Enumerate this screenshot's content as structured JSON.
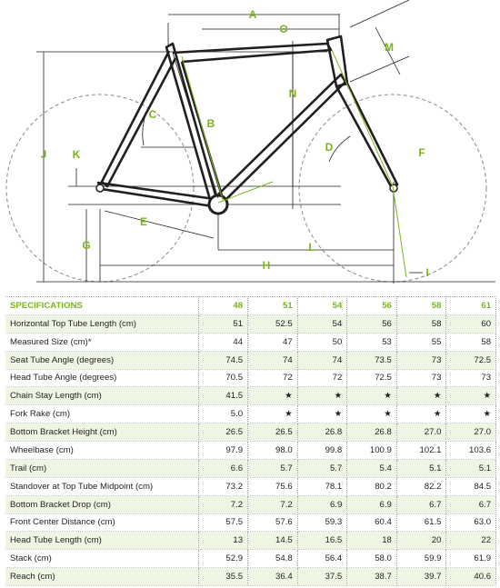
{
  "diagram": {
    "labels": {
      "A": "A",
      "O": "O",
      "M": "M",
      "N": "N",
      "B": "B",
      "C": "C",
      "D": "D",
      "F": "F",
      "J": "J",
      "K": "K",
      "E": "E",
      "G": "G",
      "L": "L",
      "H": "H",
      "I": "I"
    },
    "colors": {
      "frame": "#231f20",
      "dimension": "#7ab51d",
      "wheel": "#888888"
    }
  },
  "table": {
    "header": {
      "label": "SPECIFICATIONS",
      "sizes": [
        "48",
        "51",
        "54",
        "56",
        "58",
        "61"
      ]
    },
    "rows": [
      {
        "label": "Horizontal Top Tube Length (cm)",
        "values": [
          "51",
          "52.5",
          "54",
          "56",
          "58",
          "60"
        ]
      },
      {
        "label": "Measured Size (cm)*",
        "values": [
          "44",
          "47",
          "50",
          "53",
          "55",
          "58"
        ]
      },
      {
        "label": "Seat Tube Angle (degrees)",
        "values": [
          "74.5",
          "74",
          "74",
          "73.5",
          "73",
          "72.5"
        ]
      },
      {
        "label": "Head Tube Angle (degrees)",
        "values": [
          "70.5",
          "72",
          "72",
          "72.5",
          "73",
          "73"
        ]
      },
      {
        "label": "Chain Stay Length (cm)",
        "values": [
          "41.5",
          "★",
          "★",
          "★",
          "★",
          "★"
        ]
      },
      {
        "label": "Fork Rake (cm)",
        "values": [
          "5.0",
          "★",
          "★",
          "★",
          "★",
          "★"
        ]
      },
      {
        "label": "Bottom Bracket Height (cm)",
        "values": [
          "26.5",
          "26.5",
          "26.8",
          "26.8",
          "27.0",
          "27.0"
        ]
      },
      {
        "label": "Wheelbase (cm)",
        "values": [
          "97.9",
          "98.0",
          "99.8",
          "100.9",
          "102.1",
          "103.6"
        ]
      },
      {
        "label": "Trail (cm)",
        "values": [
          "6.6",
          "5.7",
          "5.7",
          "5.4",
          "5.1",
          "5.1"
        ]
      },
      {
        "label": "Standover at Top Tube Midpoint (cm)",
        "values": [
          "73.2",
          "75.6",
          "78.1",
          "80.2",
          "82.2",
          "84.5"
        ]
      },
      {
        "label": "Bottom Bracket Drop (cm)",
        "values": [
          "7.2",
          "7.2",
          "6.9",
          "6.9",
          "6.7",
          "6.7"
        ]
      },
      {
        "label": "Front Center Distance (cm)",
        "values": [
          "57.5",
          "57.6",
          "59.3",
          "60.4",
          "61.5",
          "63.0"
        ]
      },
      {
        "label": "Head Tube Length (cm)",
        "values": [
          "13",
          "14.5",
          "16.5",
          "18",
          "20",
          "22"
        ]
      },
      {
        "label": "Stack (cm)",
        "values": [
          "52.9",
          "54.8",
          "56.4",
          "58.0",
          "59.9",
          "61.9"
        ]
      },
      {
        "label": "Reach (cm)",
        "values": [
          "35.5",
          "36.4",
          "37.5",
          "38.7",
          "39.7",
          "40.6"
        ]
      }
    ]
  }
}
